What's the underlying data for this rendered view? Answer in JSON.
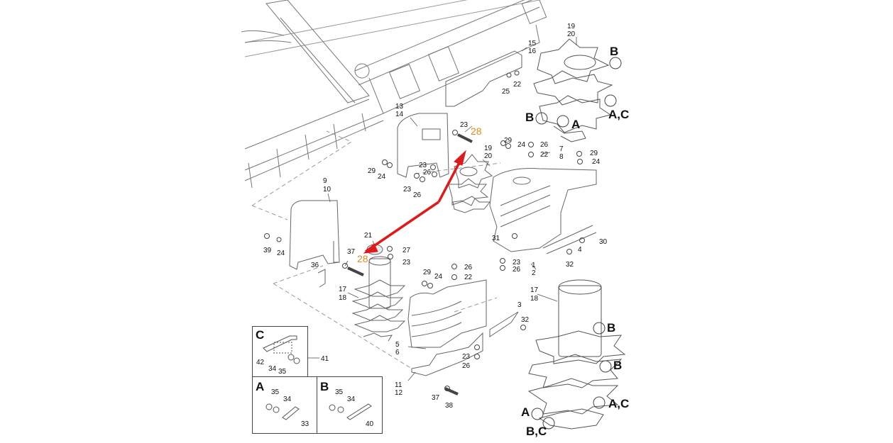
{
  "diagram": {
    "title": "Exploded parts diagram – tine rotor / housing assembly",
    "highlight_color": "#e08a1e",
    "arrow_color": "#e0191b",
    "highlighted_part": "28",
    "arrow_description": "Double-headed red arrow linking the two part-28 callouts"
  },
  "callouts": {
    "c15_16": [
      "15",
      "16"
    ],
    "c25": "25",
    "c22a": "22",
    "c19_20_top": [
      "19",
      "20"
    ],
    "c13_14": [
      "13",
      "14"
    ],
    "c23a": "23",
    "c28a": "28",
    "c29a": "29",
    "c24a": "24",
    "c23b": "23",
    "c26b": "26",
    "c23c": "23",
    "c26c": "26",
    "c19_20_mid": [
      "19",
      "20"
    ],
    "c29b": "29",
    "c24b": "24",
    "c26d": "26",
    "c22b": "22",
    "c7_8": [
      "7",
      "8"
    ],
    "c29c": "29",
    "c24c": "24",
    "c31": "31",
    "c30": "30",
    "c4": "4",
    "c32a": "32",
    "c23d": "23",
    "c26e": "26",
    "c1_2": [
      "1",
      "2"
    ],
    "c9_10": [
      "9",
      "10"
    ],
    "c39": "39",
    "c24d": "24",
    "c36": "36",
    "c37a": "37",
    "c28b": "28",
    "c21": "21",
    "c27": "27",
    "c23e": "23",
    "c17_18_mid": [
      "17",
      "18"
    ],
    "c29d": "29",
    "c24e": "24",
    "c26f": "26",
    "c22c": "22",
    "c3": "3",
    "c32b": "32",
    "c5_6": [
      "5",
      "6"
    ],
    "c23f": "23",
    "c26g": "26",
    "c11_12": [
      "11",
      "12"
    ],
    "c37b": "37",
    "c38": "38",
    "c17_18_right": [
      "17",
      "18"
    ],
    "c41": "41"
  },
  "detail_markers": {
    "top_rotor": {
      "b1": "B",
      "b2": "B",
      "ac": "A,C",
      "a": "A"
    },
    "right_rotor": {
      "b1": "B",
      "b2": "B",
      "ac": "A,C",
      "a": "A",
      "bc": "B,C"
    }
  },
  "insets": {
    "C": {
      "letter": "C",
      "parts": [
        "42",
        "34",
        "35"
      ]
    },
    "A": {
      "letter": "A",
      "parts": [
        "35",
        "34",
        "33"
      ]
    },
    "B": {
      "letter": "B",
      "parts": [
        "35",
        "34",
        "40"
      ]
    }
  }
}
